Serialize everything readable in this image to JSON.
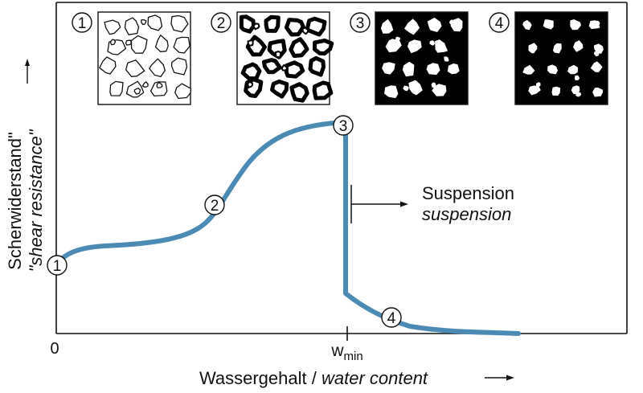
{
  "chart_data": {
    "type": "line",
    "xlabel": "Wassergehalt",
    "xlabel_en": "water content",
    "xlabel_separator": " / ",
    "ylabel": "Scherwiderstand\"",
    "ylabel_en": "\"shear resistance\"",
    "x_origin_label": "0",
    "x_tick_main": "w",
    "x_tick_sub": "min",
    "annotation": "Suspension",
    "annotation_en": "suspension",
    "states": [
      {
        "number": "1",
        "label": "1"
      },
      {
        "number": "2",
        "label": "2"
      },
      {
        "number": "3",
        "label": "3"
      },
      {
        "number": "4",
        "label": "4"
      }
    ],
    "curve_color": "#4a8ab5"
  }
}
